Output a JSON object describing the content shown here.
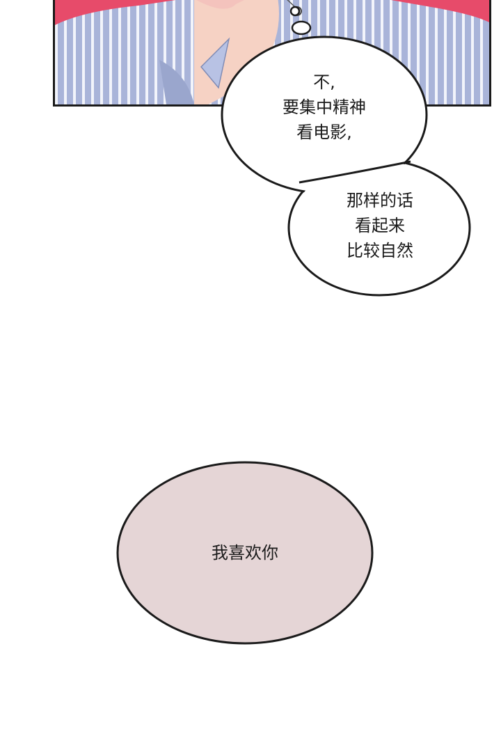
{
  "panel": {
    "art": "character-shirt-closeup",
    "colors": {
      "background": "#e74b6a",
      "shirt": "#aab5d8",
      "stripe": "#ffffff",
      "skin": "#f6d2c4"
    }
  },
  "speech_bubble_1": {
    "text": "不,\n要集中精神\n看电影,"
  },
  "speech_bubble_2": {
    "text": "那样的话\n看起来\n比较自然"
  },
  "whisper_bubble": {
    "text": "我喜欢你",
    "fill": "#e5d5d6"
  }
}
